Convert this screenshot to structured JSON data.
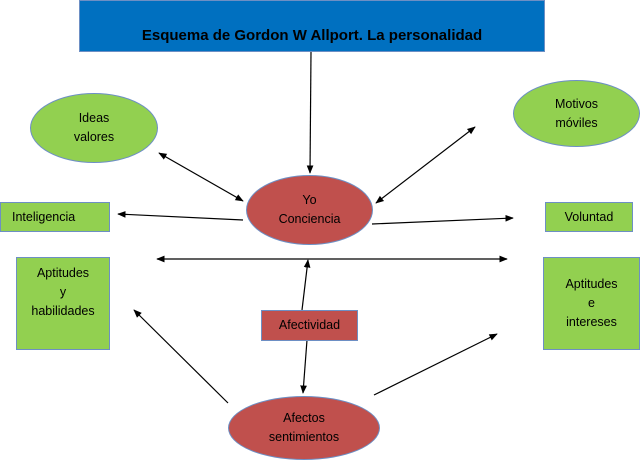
{
  "title": "Esquema de Gordon W Allport. La personalidad",
  "nodes": {
    "ideas": [
      "Ideas",
      "valores"
    ],
    "motivos": [
      "Motivos",
      "móviles"
    ],
    "yo": [
      "Yo",
      "Conciencia"
    ],
    "inteligencia": "Inteligencia",
    "voluntad": "Voluntad",
    "aptitudes_habilidades": [
      "Aptitudes",
      "y",
      "habilidades"
    ],
    "aptitudes_intereses": [
      "Aptitudes",
      "e",
      "intereses"
    ],
    "afectividad": "Afectividad",
    "afectos": [
      "Afectos",
      "sentimientos"
    ]
  },
  "colors": {
    "title": "#0070c0",
    "green": "#92d050",
    "red": "#c0504d",
    "border": "#6d8fc4"
  }
}
